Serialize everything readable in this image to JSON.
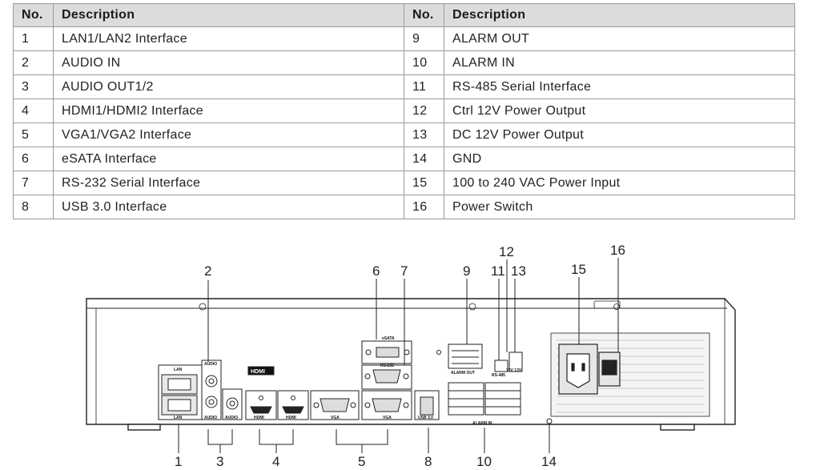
{
  "table": {
    "headers": [
      "No.",
      "Description",
      "No.",
      "Description"
    ],
    "rows": [
      {
        "no_left": "1",
        "desc_left": "LAN1/LAN2  Interface",
        "no_right": "9",
        "desc_right": "ALARM  OUT"
      },
      {
        "no_left": "2",
        "desc_left": "AUDIO IN",
        "no_right": "10",
        "desc_right": "ALARM  IN"
      },
      {
        "no_left": "3",
        "desc_left": "AUDIO OUT1/2",
        "no_right": "11",
        "desc_right": "RS-485 Serial Interface"
      },
      {
        "no_left": "4",
        "desc_left": "HDMI1/HDMI2 Interface",
        "no_right": "12",
        "desc_right": "Ctrl 12V Power Output"
      },
      {
        "no_left": "5",
        "desc_left": "VGA1/VGA2  Interface",
        "no_right": "13",
        "desc_right": "DC 12V Power Output"
      },
      {
        "no_left": "6",
        "desc_left": "eSATA  Interface",
        "no_right": "14",
        "desc_right": "GND"
      },
      {
        "no_left": "7",
        "desc_left": "RS-232 Serial Interface",
        "no_right": "15",
        "desc_right": "100 to 240 VAC Power Input"
      },
      {
        "no_left": "8",
        "desc_left": "USB 3.0 Interface",
        "no_right": "16",
        "desc_right": "Power Switch"
      }
    ]
  },
  "diagram": {
    "callouts": {
      "c1": "1",
      "c2": "2",
      "c3": "3",
      "c4": "4",
      "c5": "5",
      "c6": "6",
      "c7": "7",
      "c8": "8",
      "c9": "9",
      "c10": "10",
      "c11": "11",
      "c12": "12",
      "c13": "13",
      "c14": "14",
      "c15": "15",
      "c16": "16"
    },
    "port_labels": {
      "lan": "LAN",
      "audio": "AUDIO",
      "hdmi_logo": "HDMI",
      "hdmi": "HDMI",
      "vga": "VGA",
      "esata": "eSATA",
      "rs232": "RS-232",
      "usb": "USB 3.0",
      "alarm_out": "ALARM OUT",
      "rs485": "RS-485",
      "alarm_in": "ALARM IN",
      "pwr": "12V 12V"
    }
  }
}
